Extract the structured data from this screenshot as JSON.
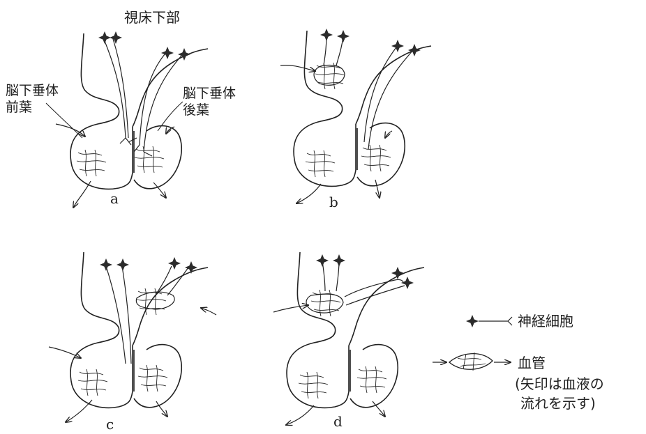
{
  "labels": {
    "hypothalamus": "視床下部",
    "anterior_line1": "脳下垂体",
    "anterior_line2": "前葉",
    "posterior_line1": "脳下垂体",
    "posterior_line2": "後葉"
  },
  "panels": [
    "a",
    "b",
    "c",
    "d"
  ],
  "legend": {
    "neuron": "神経細胞",
    "vessel": "血管",
    "note_line1": "(矢印は血液の",
    "note_line2": "流れを示す)"
  }
}
